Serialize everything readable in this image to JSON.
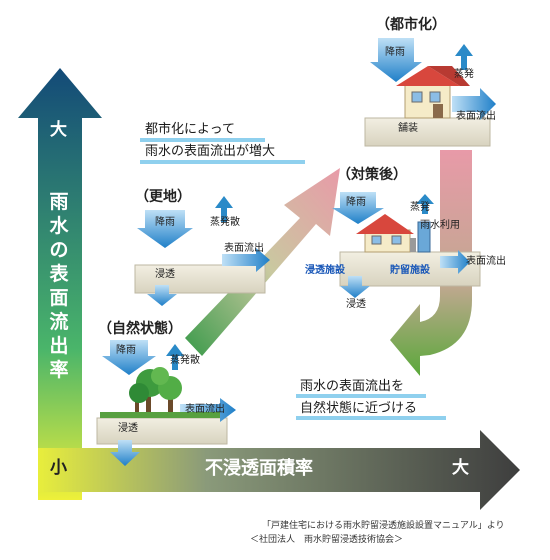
{
  "y_axis": {
    "label": [
      "雨",
      "水",
      "の",
      "表",
      "面",
      "流",
      "出",
      "率"
    ],
    "high": "大",
    "low": "小"
  },
  "x_axis": {
    "label": "不浸透面積率",
    "high": "大"
  },
  "stages": {
    "natural": {
      "title": "（自然状態）",
      "rain": "降雨",
      "evap": "蒸発散",
      "runoff": "表面流出",
      "infil": "浸透"
    },
    "cleared": {
      "title": "（更地）",
      "rain": "降雨",
      "evap": "蒸発散",
      "runoff": "表面流出",
      "infil": "浸透"
    },
    "urban": {
      "title": "（都市化）",
      "rain": "降雨",
      "evap": "蒸発",
      "runoff": "表面流出",
      "pave": "舗装"
    },
    "after": {
      "title": "（対策後）",
      "rain": "降雨",
      "evap": "蒸発",
      "reuse": "雨水利用",
      "runoff": "表面流出",
      "infil": "浸透",
      "infil_facility": "浸透施設",
      "storage_facility": "貯留施設"
    }
  },
  "captions": {
    "increase": [
      "都市化によって",
      "雨水の表面流出が増大"
    ],
    "restore": [
      "雨水の表面流出を",
      "自然状態に近づける"
    ]
  },
  "source": [
    "「戸建住宅における雨水貯留浸透施設設置マニュアル」より",
    "＜社団法人　雨水貯留浸透技術協会＞"
  ],
  "colors": {
    "rain_arrow": "#1f7fc8",
    "ground": "#e6e2d2",
    "up_arrow_low": "#3a9a4a",
    "up_arrow_high": "#e8a4b0",
    "down_arrow_high": "#e8a4b0",
    "down_arrow_low": "#5aa83a"
  }
}
